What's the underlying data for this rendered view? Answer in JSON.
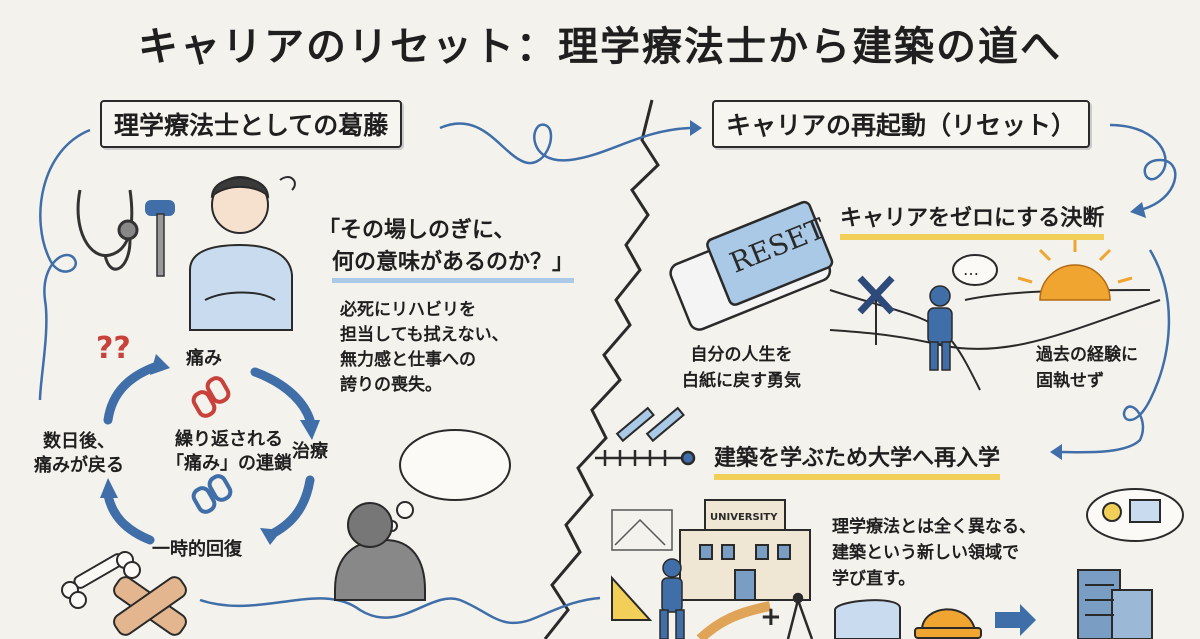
{
  "title": "キャリアのリセット：理学療法士から建築の道へ",
  "left": {
    "heading": "理学療法士としての葛藤",
    "quote_line1": "「その場しのぎに、",
    "quote_line2": "何の意味があるのか？」",
    "body_lines": [
      "必死にリハビリを",
      "担当しても拭えない、",
      "無力感と仕事への",
      "誇りの喪失。"
    ],
    "cycle": {
      "top": "痛み",
      "right": "治療",
      "bottom": "一時的回復",
      "left_line1": "数日後、",
      "left_line2": "痛みが戻る",
      "center_line1": "繰り返される",
      "center_line2": "「痛み」の連鎖"
    },
    "question_marks": "??"
  },
  "right": {
    "heading": "キャリアの再起動（リセット）",
    "eraser_label": "RESET",
    "decision_title": "キャリアをゼロにする決断",
    "courage_line1": "自分の人生を",
    "courage_line2": "白紙に戻す勇気",
    "past_line1": "過去の経験に",
    "past_line2": "固執せず",
    "reenroll_title": "建築を学ぶため大学へ再入学",
    "university_sign": "UNIVERSITY",
    "relearn_lines": [
      "理学療法とは全く異なる、",
      "建築という新しい領域で",
      "学び直す。"
    ],
    "speech_dots": "…"
  },
  "colors": {
    "background": "#f4f2ec",
    "blue_accent": "#3f6ea8",
    "yellow_highlight": "#f2cf58",
    "light_blue_highlight": "#a9c9e6",
    "red_question": "#c8413a",
    "sun_orange": "#f0a531"
  },
  "icons": [
    "stethoscope-icon",
    "reflex-hammer-icon",
    "worried-therapist-icon",
    "broken-chain-icon",
    "bone-icon",
    "bandage-icon",
    "thought-bubble-icon",
    "sad-person-icon",
    "eraser-icon",
    "crossroads-icon",
    "sun-icon",
    "ruler-timeline-icon",
    "university-icon",
    "student-icon",
    "blueprint-icon",
    "hard-hat-icon",
    "building-icon",
    "lightbulb-icon"
  ]
}
